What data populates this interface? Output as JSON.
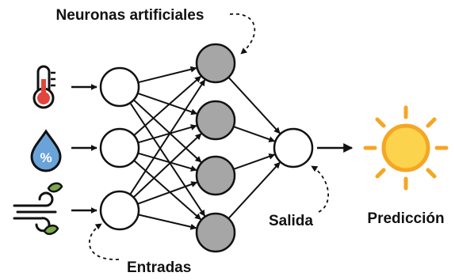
{
  "labels": {
    "hidden": "Neuronas artificiales",
    "inputs": "Entradas",
    "output": "Salida",
    "prediction": "Predicción"
  },
  "inputs": [
    {
      "icon": "thermometer-icon"
    },
    {
      "icon": "humidity-drop-icon",
      "glyph": "%"
    },
    {
      "icon": "wind-leaves-icon"
    }
  ],
  "hidden_neuron_count": 4,
  "output_neuron_count": 1,
  "result_icon": "sun-icon",
  "colors": {
    "input_neuron": "#ffffff",
    "hidden_neuron": "#a6a6a6",
    "output_neuron": "#ffffff",
    "stroke": "#111111",
    "thermometer_red": "#e2453c",
    "drop_blue": "#6aa3d9",
    "leaf_green": "#7aa84a",
    "sun_yellow": "#fcd34d",
    "sun_orange": "#f5a623"
  }
}
